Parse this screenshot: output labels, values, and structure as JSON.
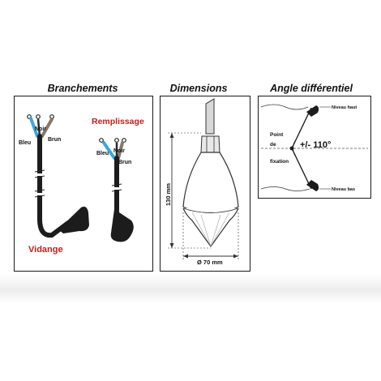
{
  "sections": {
    "branchements": {
      "title": "Branchements",
      "wire_labels": {
        "neutral": "Noir",
        "left": "Bleu",
        "right": "Brun"
      },
      "left_switch": "Vidange",
      "right_switch": "Remplissage"
    },
    "dimensions": {
      "title": "Dimensions",
      "height_label": "130 mm",
      "diameter_label": "Ø 70 mm"
    },
    "angle": {
      "title": "Angle différentiel",
      "high_label": "Niveau haut",
      "low_label": "Niveau bas",
      "point_label": [
        "Point",
        "de",
        "fixation"
      ],
      "angle_value": "+/- 110°"
    }
  },
  "colors": {
    "red_label": "#cc1a1a",
    "wire_blue": "#3aa7e0",
    "wire_brown": "#8a7868",
    "cable": "#1c1c1c"
  }
}
